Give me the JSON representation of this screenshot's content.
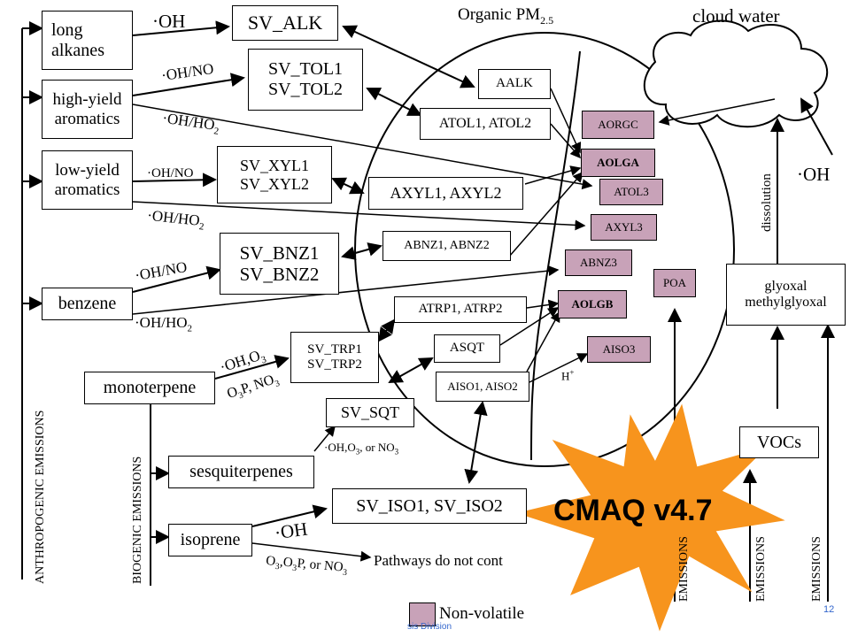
{
  "header": {
    "organic_pm": "Organic PM",
    "organic_pm_sub": "2.5",
    "cloud_water": "cloud water"
  },
  "precursors": {
    "long_alkanes": "long\nalkanes",
    "high_yield": "high-yield\naromatics",
    "low_yield": "low-yield\naromatics",
    "benzene": "benzene",
    "monoterpene": "monoterpene",
    "sesquiterpenes": "sesquiterpenes",
    "isoprene": "isoprene",
    "glyoxal": "glyoxal\nmethylglyoxal",
    "vocs": "VOCs"
  },
  "semivolatiles": {
    "sv_alk": "SV_ALK",
    "sv_tol": "SV_TOL1\nSV_TOL2",
    "sv_xyl": "SV_XYL1\nSV_XYL2",
    "sv_bnz": "SV_BNZ1\nSV_BNZ2",
    "sv_trp": "SV_TRP1\nSV_TRP2",
    "sv_sqt": "SV_SQT",
    "sv_iso": "SV_ISO1, SV_ISO2"
  },
  "aerosol": {
    "aalk": "AALK",
    "atol": "ATOL1, ATOL2",
    "axyl": "AXYL1, AXYL2",
    "abnz": "ABNZ1, ABNZ2",
    "atrp": "ATRP1, ATRP2",
    "asqt": "ASQT",
    "aiso": "AISO1, AISO2"
  },
  "nonvolatile": {
    "aorgc": "AORGC",
    "aolga": "AOLGA",
    "atol3": "ATOL3",
    "axyl3": "AXYL3",
    "abnz3": "ABNZ3",
    "poa": "POA",
    "aolgb": "AOLGB",
    "aiso3": "AISO3"
  },
  "reactions": {
    "oh1": "·OH",
    "ohno1": "·OH/NO",
    "ohho2_1": "·OH/HO",
    "ohno2": "·OH/NO",
    "ohho2_2": "·OH/HO",
    "ohno3": "·OH/NO",
    "ohho2_3": "·OH/HO",
    "oh_o3": "·OH,O",
    "o3p_no3": "O",
    "o3p_no3_mid": "P, NO",
    "sqt_ox": "·OH,O",
    "sqt_ox_mid": ", or NO",
    "iso_oh": "·OH",
    "iso_ox_a": "O",
    "iso_ox_b": ",O",
    "iso_ox_c": "P, or NO",
    "cloud_oh": "·OH",
    "dissolution": "dissolution",
    "h_plus": "H",
    "h_plus_sup": "+",
    "sub2": "2",
    "sub3": "3",
    "pathways": "Pathways do not cont"
  },
  "side_labels": {
    "anthropogenic": "ANTHROPOGENIC EMISSIONS",
    "biogenic": "BIOGENIC EMISSIONS",
    "emis1": "EMISSIONS",
    "emis2": "EMISSIONS",
    "emis3": "EMISSIONS"
  },
  "legend": {
    "nonvolatile": "Non-volatile"
  },
  "footer": {
    "division": "sis Division",
    "page": "12"
  },
  "badge": {
    "text": "CMAQ v4.7"
  },
  "colors": {
    "nonvolatile_fill": "#c8a2b8",
    "badge_fill": "#f7941d",
    "badge_text": "#000000"
  }
}
